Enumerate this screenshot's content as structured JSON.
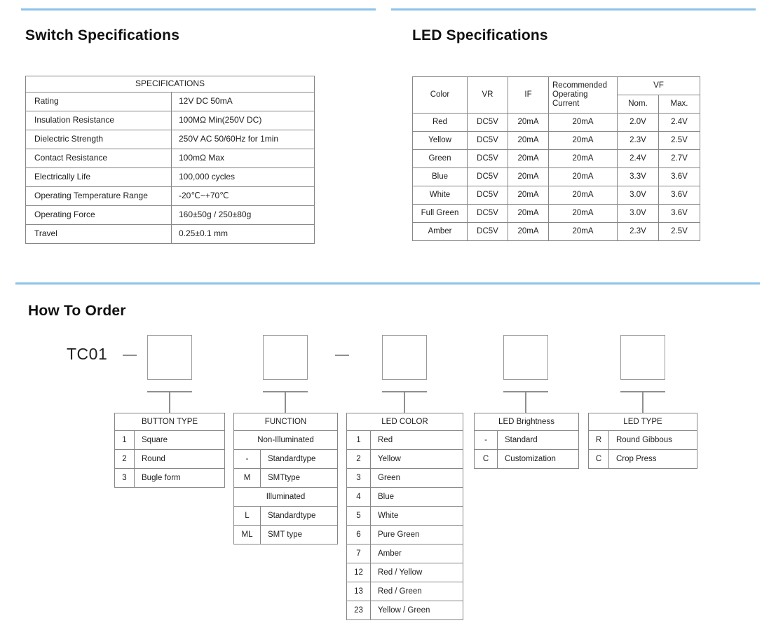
{
  "page": {
    "accent_color": "#8cc3e9",
    "border_color": "#868686",
    "background": "#ffffff"
  },
  "sections": {
    "switch": {
      "title": "Switch Specifications",
      "table": {
        "header": "SPECIFICATIONS",
        "rows": [
          {
            "name": "Rating",
            "value": "12V DC 50mA"
          },
          {
            "name": "Insulation Resistance",
            "value": "100MΩ Min(250V DC)"
          },
          {
            "name": "Dielectric Strength",
            "value": "250V AC 50/60Hz  for 1min"
          },
          {
            "name": "Contact Resistance",
            "value": "100mΩ Max"
          },
          {
            "name": "Electrically Life",
            "value": "100,000 cycles"
          },
          {
            "name": "Operating Temperature Range",
            "value": "-20℃~+70℃"
          },
          {
            "name": "Operating Force",
            "value": "160±50g / 250±80g"
          },
          {
            "name": "Travel",
            "value": "0.25±0.1 mm"
          }
        ]
      }
    },
    "led": {
      "title": "LED Specifications",
      "table": {
        "headers": {
          "color": "Color",
          "vr": "VR",
          "if": "IF",
          "recommended_operating_current": "Recommended Operating Current",
          "vf": "VF",
          "vf_nom": "Nom.",
          "vf_max": "Max."
        },
        "rows": [
          {
            "color": "Red",
            "vr": "DC5V",
            "if": "20mA",
            "current": "20mA",
            "vf_nom": "2.0V",
            "vf_max": "2.4V"
          },
          {
            "color": "Yellow",
            "vr": "DC5V",
            "if": "20mA",
            "current": "20mA",
            "vf_nom": "2.3V",
            "vf_max": "2.5V"
          },
          {
            "color": "Green",
            "vr": "DC5V",
            "if": "20mA",
            "current": "20mA",
            "vf_nom": "2.4V",
            "vf_max": "2.7V"
          },
          {
            "color": "Blue",
            "vr": "DC5V",
            "if": "20mA",
            "current": "20mA",
            "vf_nom": "3.3V",
            "vf_max": "3.6V"
          },
          {
            "color": "White",
            "vr": "DC5V",
            "if": "20mA",
            "current": "20mA",
            "vf_nom": "3.0V",
            "vf_max": "3.6V"
          },
          {
            "color": "Full Green",
            "vr": "DC5V",
            "if": "20mA",
            "current": "20mA",
            "vf_nom": "3.0V",
            "vf_max": "3.6V"
          },
          {
            "color": "Amber",
            "vr": "DC5V",
            "if": "20mA",
            "current": "20mA",
            "vf_nom": "2.3V",
            "vf_max": "2.5V"
          }
        ]
      }
    },
    "order": {
      "title": "How  To  Order",
      "base_code": "TC01",
      "separator": "—",
      "boxes": [
        {
          "value": ""
        },
        {
          "value": ""
        },
        {
          "value": ""
        },
        {
          "value": ""
        },
        {
          "value": ""
        }
      ],
      "option_tables": [
        {
          "title": "BUTTON TYPE",
          "rows": [
            {
              "code": "1",
              "desc": "Square"
            },
            {
              "code": "2",
              "desc": "Round"
            },
            {
              "code": "3",
              "desc": "Bugle form"
            }
          ]
        },
        {
          "title": "FUNCTION",
          "rows": [
            {
              "span": "Non-Illuminated"
            },
            {
              "code": "-",
              "desc": "Standardtype"
            },
            {
              "code": "M",
              "desc": "SMTtype"
            },
            {
              "span": "Illuminated"
            },
            {
              "code": "L",
              "desc": "Standardtype"
            },
            {
              "code": "ML",
              "desc": "SMT type"
            }
          ]
        },
        {
          "title": "LED COLOR",
          "rows": [
            {
              "code": "1",
              "desc": "Red"
            },
            {
              "code": "2",
              "desc": "Yellow"
            },
            {
              "code": "3",
              "desc": "Green"
            },
            {
              "code": "4",
              "desc": "Blue"
            },
            {
              "code": "5",
              "desc": "White"
            },
            {
              "code": "6",
              "desc": "Pure Green"
            },
            {
              "code": "7",
              "desc": "Amber"
            },
            {
              "code": "12",
              "desc": "Red / Yellow"
            },
            {
              "code": "13",
              "desc": "Red / Green"
            },
            {
              "code": "23",
              "desc": "Yellow / Green"
            }
          ]
        },
        {
          "title": "LED Brightness",
          "rows": [
            {
              "code": "-",
              "desc": "Standard"
            },
            {
              "code": "C",
              "desc": "Customization"
            }
          ]
        },
        {
          "title": "LED TYPE",
          "rows": [
            {
              "code": "R",
              "desc": "Round Gibbous"
            },
            {
              "code": "C",
              "desc": "Crop Press"
            }
          ]
        }
      ]
    }
  }
}
